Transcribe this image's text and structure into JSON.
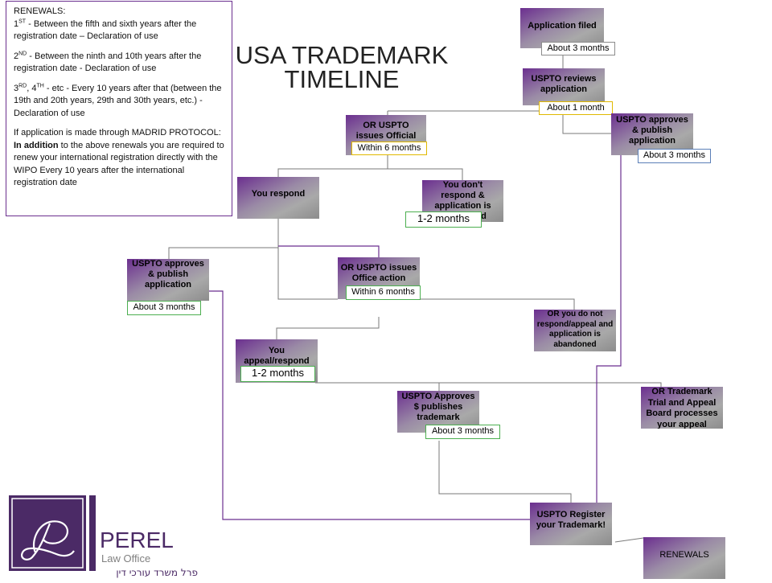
{
  "title": {
    "line1": "USA TRADEMARK",
    "line2": "TIMELINE"
  },
  "renewals_note": {
    "heading": "RENEWALS:",
    "first": {
      "num": "1",
      "sup": "ST",
      "text": " - Between the fifth and sixth years after the registration date – Declaration of use"
    },
    "second": {
      "num": "2",
      "sup": "ND",
      "text": " - Between the ninth and 10th years after the registration date - Declaration of use"
    },
    "third": {
      "num1": "3",
      "sup1": "RD",
      "sep": ", 4",
      "sup2": "TH",
      "text": " - etc - Every 10 years after that (between the 19th and 20th years, 29th and 30th years, etc.) - Declaration of use"
    },
    "madrid_pre": "If application is made through MADRID PROTOCOL: ",
    "madrid_bold": "In addition",
    "madrid_post": " to the above renewals you are required to renew your international registration directly with the WIPO Every 10 years after the international registration date"
  },
  "boxes": {
    "application_filed": "Application filed",
    "uspto_reviews": "USPTO reviews application",
    "uspto_approves_1": "USPTO approves & publish application",
    "official_action_1": "OR USPTO issues Official action",
    "you_respond": "You respond",
    "you_dont_respond": "You don't respond & application is abandoned",
    "uspto_approves_2": "USPTO approves & publish application",
    "office_action_2": "OR USPTO issues Office action",
    "abandoned_2": "OR you do not respond/appeal and application is abandoned",
    "you_appeal": "You appeal/respond",
    "approves_publishes": "USPTO Approves $ publishes trademark",
    "ttab": "OR Trademark Trial and Appeal Board processes your appeal",
    "register": "USPTO Register your Trademark!",
    "renewals": "RENEWALS"
  },
  "tags": {
    "about_3_months_a": "About 3 months",
    "about_1_month": "About 1 month",
    "about_3_months_b": "About 3 months",
    "within_6_months_a": "Within 6 months",
    "one_two_months_a": "1-2 months",
    "about_3_months_c": "About 3 months",
    "within_6_months_b": "Within 6 months",
    "one_two_months_b": "1-2 months",
    "about_3_months_d": "About 3 months"
  },
  "logo": {
    "name": "PEREL",
    "subtitle": "Law Office",
    "hebrew": "פרל משרד עורכי דין"
  },
  "colors": {
    "purple": "#6b2f8f",
    "connector": "#7a7a7a",
    "purple_line": "#6b2f8f"
  }
}
